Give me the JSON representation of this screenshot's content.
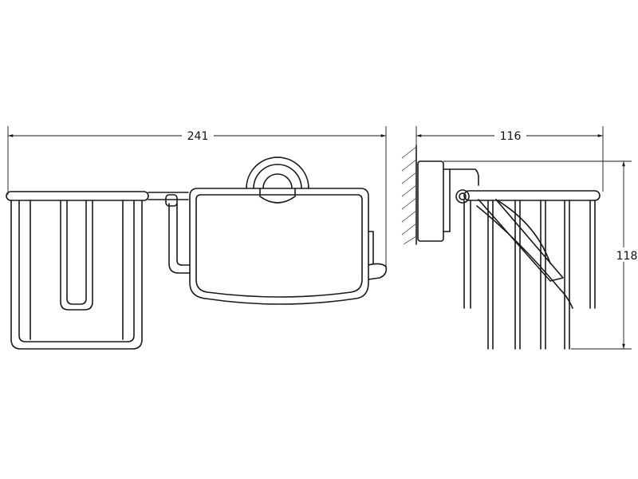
{
  "dimensions": {
    "front_width": "241",
    "side_depth": "116",
    "side_height": "118"
  },
  "colors": {
    "line": "#1a1a1a",
    "background": "#ffffff"
  }
}
